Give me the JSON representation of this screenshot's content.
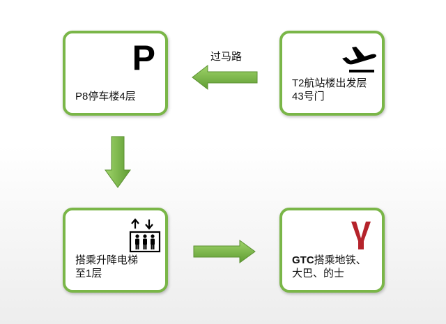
{
  "diagram": {
    "parking": {
      "label": "P8停车楼4层",
      "symbol": "P",
      "icon": "parking-icon"
    },
    "terminal": {
      "label": "T2航站楼出发层\n43号门",
      "icon": "airplane-departure-icon"
    },
    "elevator": {
      "label": "搭乘升降电梯\n至1层",
      "icon": "elevator-icon"
    },
    "gtc": {
      "label_bold": "GTC",
      "label_rest": "搭乘地铁、\n大巴、的士",
      "icon": "metro-logo-icon"
    },
    "cross_road_label": "过马路"
  },
  "colors": {
    "box_border": "#7ab648",
    "arrow_fill": "#7ab648",
    "arrow_dark": "#4e8a2a",
    "metro_red": "#b5232b"
  }
}
